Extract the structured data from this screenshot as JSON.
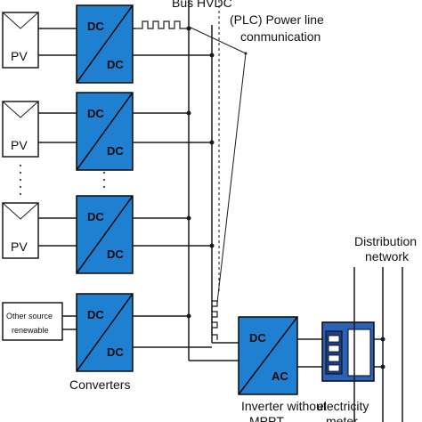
{
  "title_bus": "Bus HVDC",
  "plc_label": {
    "line1": "(PLC) Power line",
    "line2": "conmunication"
  },
  "pv_label": "PV",
  "converter_top": "DC",
  "converter_bottom": "DC",
  "other_source": {
    "line1": "Other source",
    "line2": "renewable"
  },
  "converters_label": "Converters",
  "inverter": {
    "top": "DC",
    "bottom": "AC",
    "caption_line1": "Inverter without",
    "caption_line2": "MPPT"
  },
  "meter_caption_line1": "electricity",
  "meter_caption_line2": "meter",
  "network": {
    "line1": "Distribution",
    "line2": "network"
  },
  "colors": {
    "converter_blue": "#1f7fd0",
    "meter_blue": "#2b62b8",
    "line": "#1a1a1a"
  }
}
